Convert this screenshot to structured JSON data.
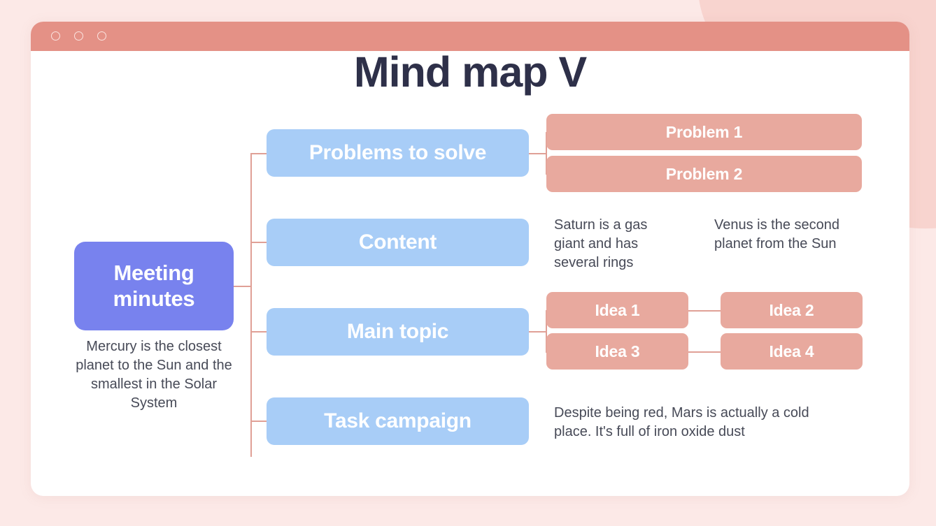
{
  "window": {
    "dots": [
      "window-dot-1",
      "window-dot-2",
      "window-dot-3"
    ]
  },
  "title": "Mind map V",
  "colors": {
    "background": "#fce9e7",
    "blob": "#f8d4cf",
    "title_bar": "#e49186",
    "card": "#ffffff",
    "title_text": "#2e3049",
    "center_node": "#7882ee",
    "branch_node": "#a8cdf7",
    "leaf_node": "#e8a99e",
    "connector": "#e0a096",
    "note_text": "#474a57"
  },
  "center": {
    "label": "Meeting minutes",
    "note": "Mercury is the closest planet to the Sun and the smallest in the Solar System"
  },
  "branches": [
    {
      "id": "problems-to-solve",
      "label": "Problems to solve",
      "leaves": [
        {
          "id": "problem-1",
          "label": "Problem 1"
        },
        {
          "id": "problem-2",
          "label": "Problem 2"
        }
      ],
      "notes": []
    },
    {
      "id": "content",
      "label": "Content",
      "leaves": [],
      "notes": [
        {
          "id": "note-saturn",
          "text": "Saturn is a gas giant and has several rings"
        },
        {
          "id": "note-venus",
          "text": "Venus is the second planet from the Sun"
        }
      ]
    },
    {
      "id": "main-topic",
      "label": "Main topic",
      "leaves": [
        {
          "id": "idea-1",
          "label": "Idea 1"
        },
        {
          "id": "idea-2",
          "label": "Idea 2"
        },
        {
          "id": "idea-3",
          "label": "Idea 3"
        },
        {
          "id": "idea-4",
          "label": "Idea 4"
        }
      ],
      "notes": []
    },
    {
      "id": "task-campaign",
      "label": "Task campaign",
      "leaves": [],
      "notes": [
        {
          "id": "note-mars",
          "text": "Despite being red, Mars is actually a cold place. It's full of iron oxide dust"
        }
      ]
    }
  ]
}
